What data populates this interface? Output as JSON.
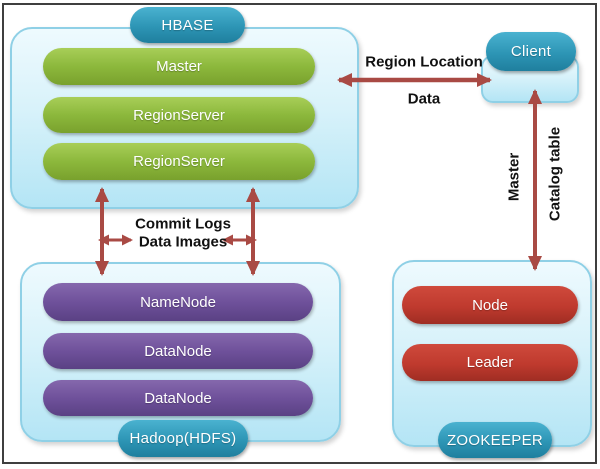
{
  "diagram": {
    "hbase": {
      "title": "HBASE",
      "nodes": [
        "Master",
        "RegionServer",
        "RegionServer"
      ]
    },
    "hdfs": {
      "title": "Hadoop(HDFS)",
      "nodes": [
        "NameNode",
        "DataNode",
        "DataNode"
      ]
    },
    "zookeeper": {
      "title": "ZOOKEEPER",
      "nodes": [
        "Node",
        "Leader"
      ]
    },
    "client": {
      "title": "Client"
    },
    "labels": {
      "region_location": "Region Location",
      "data": "Data",
      "commit_logs": "Commit Logs",
      "data_images": "Data Images",
      "master": "Master",
      "catalog_table": "Catalog table"
    },
    "colors": {
      "container_fill": "#d8f2fa",
      "container_border": "#8fd0e6",
      "teal_pill": "#2d95b5",
      "green_bar": "#8cb83c",
      "purple_bar": "#6f519b",
      "red_bar": "#bf3a2e",
      "arrow": "#a94a44",
      "label_text": "#111111"
    }
  }
}
